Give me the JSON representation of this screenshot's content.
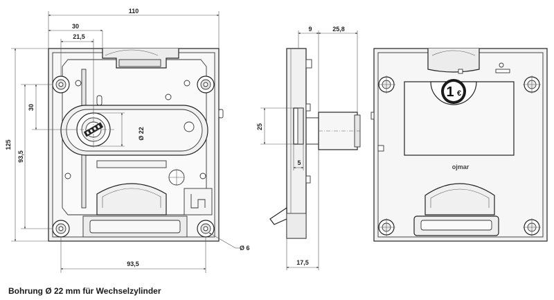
{
  "caption": "Bohrung Ø 22 mm für Wechselzylinder",
  "brand": "ojmar",
  "coin_label": "1",
  "coin_currency": "€",
  "front_view": {
    "overall_width": "110",
    "dim_30_top": "30",
    "dim_21_5": "21,5",
    "overall_height": "125",
    "hole_vertical": "93,5",
    "dim_30_left": "30",
    "bore_diameter": "Ø 22",
    "hole_horizontal": "93,5",
    "hole_diameter": "Ø 6"
  },
  "side_view": {
    "dim_9": "9",
    "dim_25_8": "25,8",
    "dim_25": "25",
    "dim_5": "5",
    "dim_17_5": "17,5"
  }
}
